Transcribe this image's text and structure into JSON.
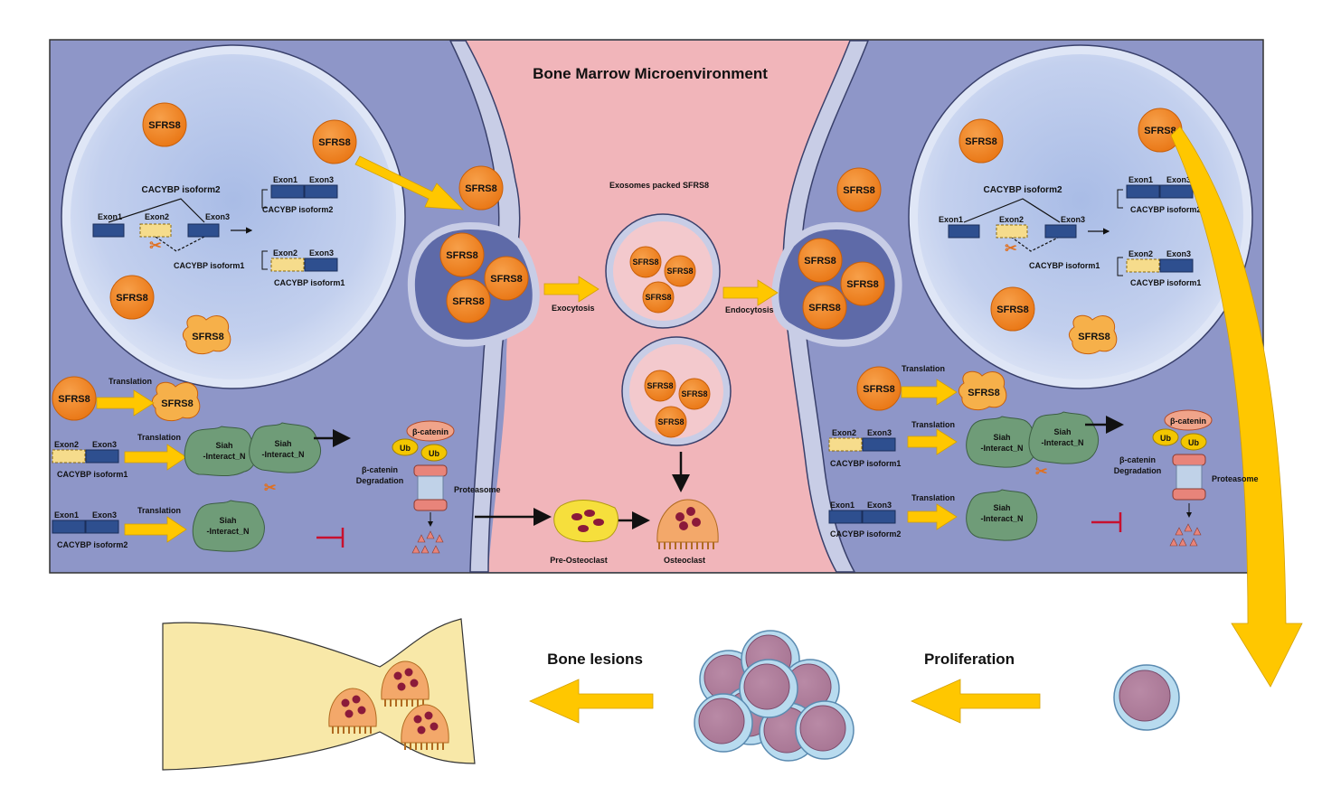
{
  "title": "Bone Marrow Microenvironment",
  "protein": "SFRS8",
  "gene": {
    "exon1": "Exon1",
    "exon2": "Exon2",
    "exon3": "Exon3",
    "isoform1": "CACYBP isoform1",
    "isoform2": "CACYBP isoform2"
  },
  "process": {
    "translation": "Translation",
    "exocytosis": "Exocytosis",
    "endocytosis": "Endocytosis",
    "exosomes": "Exosomes packed SFRS8"
  },
  "protein_domain": {
    "line1": "Siah",
    "line2": "-Interact_N"
  },
  "degradation": {
    "beta_catenin": "β-catenin",
    "ub": "Ub",
    "label_line1": "β-catenin",
    "label_line2": "Degradation",
    "proteasome": "Proteasome"
  },
  "cells": {
    "pre_osteoclast": "Pre-Osteoclast",
    "osteoclast": "Osteoclast"
  },
  "outcome": {
    "bone_lesions": "Bone lesions",
    "proliferation": "Proliferation"
  },
  "colors": {
    "cell_bg": "#8e96c8",
    "microenvironment": "#f0b3b8",
    "nucleus": "#c6d2ee",
    "sfrs8": "#f08a1e",
    "exon_blue": "#2e4f8f",
    "exon_cut": "#f6dc8c",
    "siah": "#6f9c78",
    "arrow_yellow": "#ffc700",
    "inhibit_red": "#c8102e",
    "bone": "#f8e8a8"
  }
}
